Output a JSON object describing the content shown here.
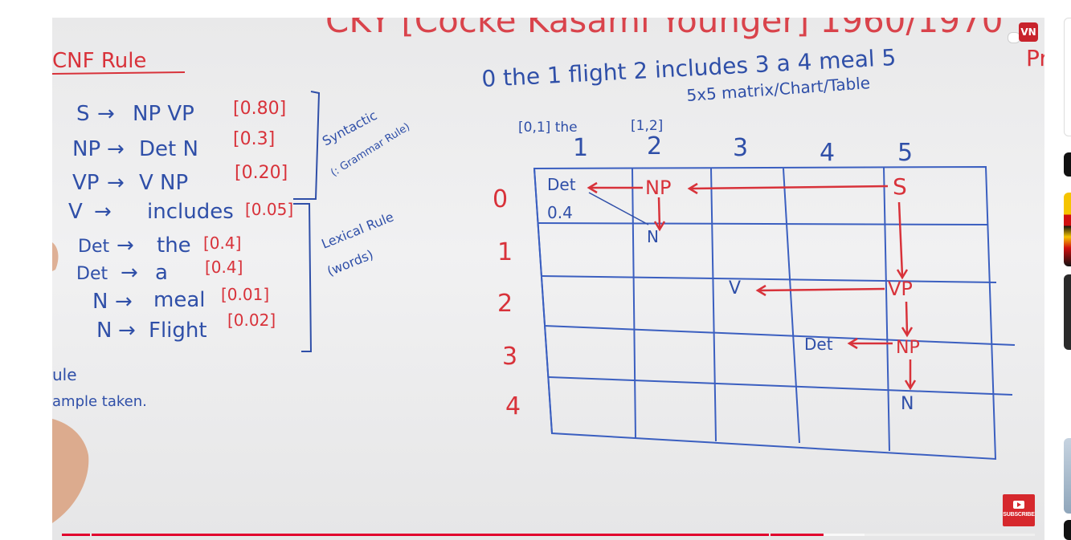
{
  "video": {
    "channel_logo_text": "VN",
    "subscribe_label": "SUBSCRIBE",
    "progress": {
      "played_fraction": 0.783,
      "buffered_fraction": 0.825
    }
  },
  "board": {
    "top_title": "CKY [Cocke Kasami Younger] 1960/1970",
    "section_title": "CNF Rule",
    "rules": [
      {
        "lhs": "S",
        "rhs": "NP VP",
        "prob": "[0.80]"
      },
      {
        "lhs": "NP",
        "rhs": "Det N",
        "prob": "[0.3]"
      },
      {
        "lhs": "VP",
        "rhs": "V NP",
        "prob": "[0.20]"
      },
      {
        "lhs": "V",
        "rhs": "includes",
        "prob": "[0.05]"
      },
      {
        "lhs": "Det",
        "rhs": "the",
        "prob": "[0.4]"
      },
      {
        "lhs": "Det",
        "rhs": "a",
        "prob": "[0.4]"
      },
      {
        "lhs": "N",
        "rhs": "meal",
        "prob": "[0.01]"
      },
      {
        "lhs": "N",
        "rhs": "Flight",
        "prob": "[0.02]"
      }
    ],
    "syntactic_label": "Syntactic",
    "syntactic_sub": "(: Grammar Rule)",
    "lexical_label": "Lexical Rule",
    "lexical_sub": "(words)",
    "left_fragment_1": "ule",
    "left_fragment_2": "ample taken.",
    "sentence": "0 the 1 flight 2 includes 3 a 4 meal 5",
    "matrix_note": "5x5 matrix/Chart/Table",
    "span_note_1": "[0,1] the",
    "span_note_2": "[1,2]",
    "col_headers": [
      "1",
      "2",
      "3",
      "4",
      "5"
    ],
    "row_headers": [
      "0",
      "1",
      "2",
      "3",
      "4"
    ],
    "cells": {
      "det": "Det",
      "det_prob": "0.4",
      "np_top": "NP",
      "s": "S",
      "n_1": "N",
      "v": "V",
      "vp": "VP",
      "det_3": "Det",
      "np_3": "NP",
      "n_4": "N"
    },
    "edge_fragment": "Pr"
  }
}
